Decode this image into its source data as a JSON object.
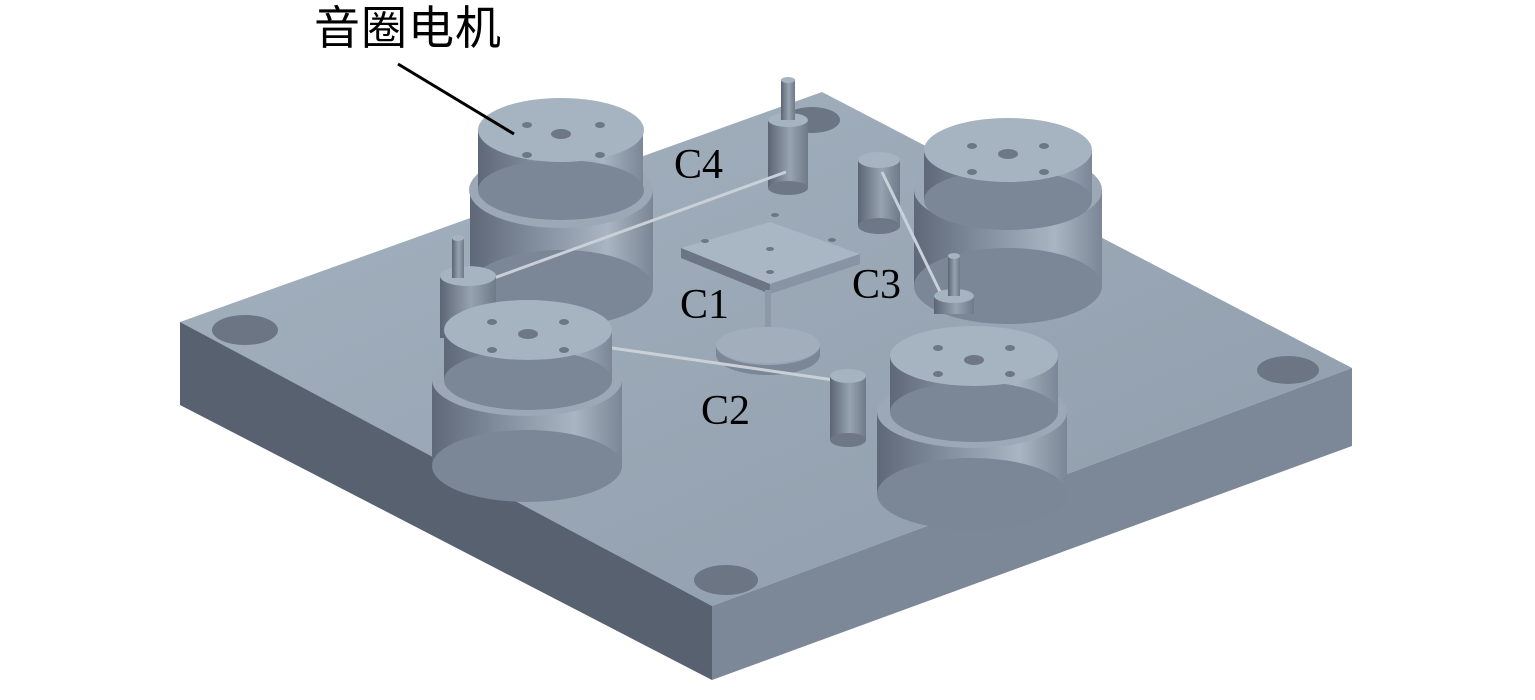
{
  "labels": {
    "motor": "音圈电机",
    "c1": "C1",
    "c2": "C2",
    "c3": "C3",
    "c4": "C4"
  },
  "colors": {
    "background": "#ffffff",
    "plate_top": "#9aa8b6",
    "plate_left_side": "#5a6372",
    "plate_right_side": "#7d8898",
    "motor_top": "#a3b0be",
    "motor_side_dark": "#667080",
    "motor_side_light": "#9aa6b4",
    "hole": "#6d7786",
    "cable": "#d0d6dc",
    "label_text": "#000000"
  }
}
